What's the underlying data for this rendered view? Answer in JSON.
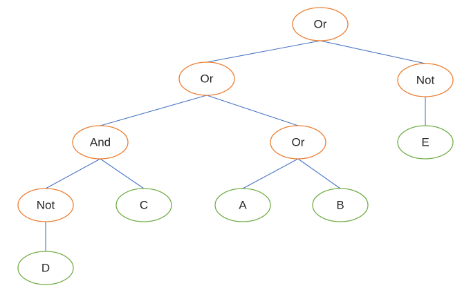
{
  "colors": {
    "operator_stroke": "#ED7D31",
    "variable_stroke": "#70AD47",
    "edge": "#4472C4",
    "label": "#262626"
  },
  "nodes": [
    {
      "id": "or-root",
      "label": "Or",
      "kind": "operator"
    },
    {
      "id": "or-left",
      "label": "Or",
      "kind": "operator"
    },
    {
      "id": "not-right",
      "label": "Not",
      "kind": "operator"
    },
    {
      "id": "and",
      "label": "And",
      "kind": "operator"
    },
    {
      "id": "or-inner",
      "label": "Or",
      "kind": "operator"
    },
    {
      "id": "e",
      "label": "E",
      "kind": "variable"
    },
    {
      "id": "not-left",
      "label": "Not",
      "kind": "operator"
    },
    {
      "id": "c",
      "label": "C",
      "kind": "variable"
    },
    {
      "id": "a",
      "label": "A",
      "kind": "variable"
    },
    {
      "id": "b",
      "label": "B",
      "kind": "variable"
    },
    {
      "id": "d",
      "label": "D",
      "kind": "variable"
    }
  ],
  "edges": [
    [
      "or-root",
      "or-left"
    ],
    [
      "or-root",
      "not-right"
    ],
    [
      "or-left",
      "and"
    ],
    [
      "or-left",
      "or-inner"
    ],
    [
      "not-right",
      "e"
    ],
    [
      "and",
      "not-left"
    ],
    [
      "and",
      "c"
    ],
    [
      "or-inner",
      "a"
    ],
    [
      "or-inner",
      "b"
    ],
    [
      "not-left",
      "d"
    ]
  ]
}
